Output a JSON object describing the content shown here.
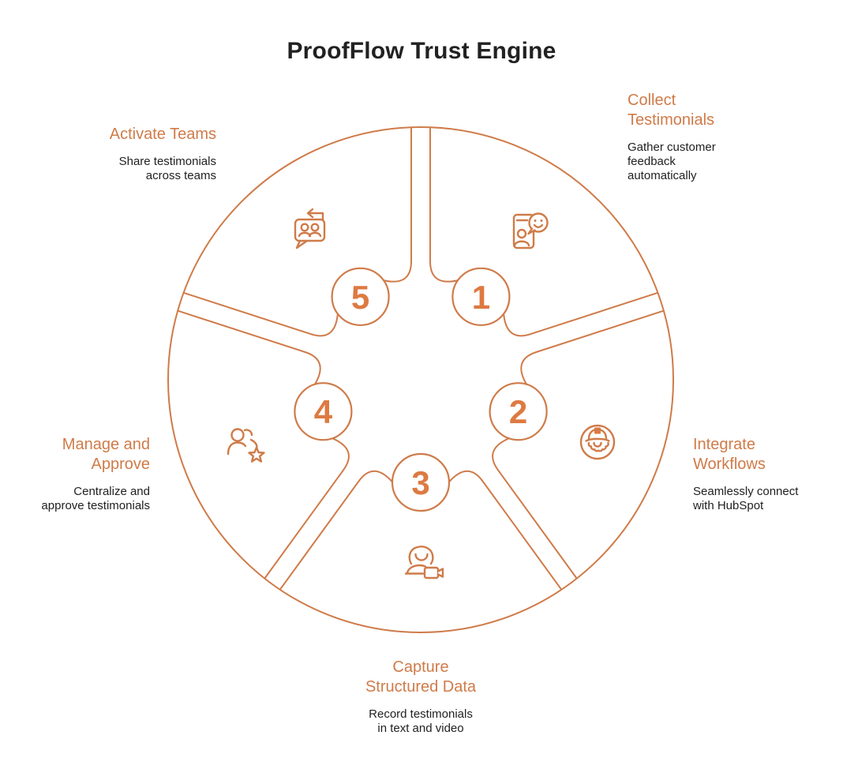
{
  "title": "ProofFlow Trust Engine",
  "colors": {
    "accent_orange": "#cf7b49",
    "number_orange": "#dd7a42",
    "text_dark": "#212121",
    "background": "#ffffff"
  },
  "diagram_type": "circular-5-step-process-wheel",
  "steps": [
    {
      "number": "1",
      "title": "Collect\nTestimonials",
      "description": "Gather customer\nfeedback\nautomatically",
      "icon": "phone-smiley-feedback-icon",
      "position": "top-right"
    },
    {
      "number": "2",
      "title": "Integrate\nWorkflows",
      "description": "Seamlessly connect\nwith HubSpot",
      "icon": "gear-hardhat-icon",
      "position": "right"
    },
    {
      "number": "3",
      "title": "Capture\nStructured Data",
      "description": "Record testimonials\nin text and video",
      "icon": "person-video-camera-icon",
      "position": "bottom"
    },
    {
      "number": "4",
      "title": "Manage and\nApprove",
      "description": "Centralize and\napprove testimonials",
      "icon": "people-star-icon",
      "position": "left"
    },
    {
      "number": "5",
      "title": "Activate Teams",
      "description": "Share testimonials\nacross teams",
      "icon": "share-conversation-icon",
      "position": "top-left"
    }
  ]
}
